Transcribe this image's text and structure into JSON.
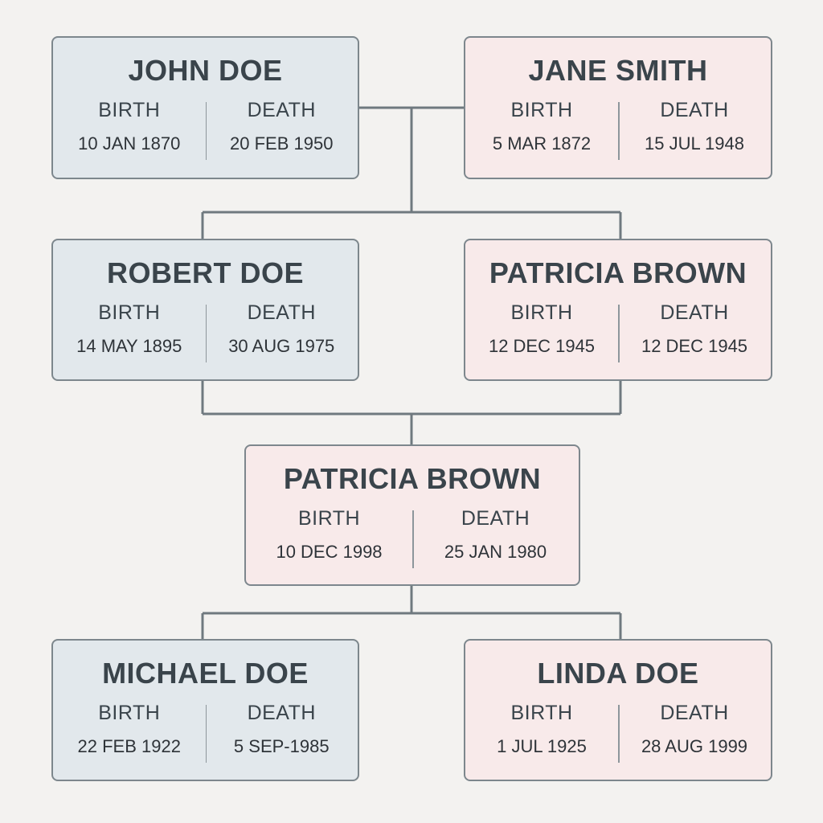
{
  "diagram": {
    "type": "family-tree",
    "labels": {
      "birth": "BIRTH",
      "death": "DEATH"
    },
    "colors": {
      "background": "#f3f2f0",
      "male_card": "#e2e8ec",
      "female_card": "#f8eaea",
      "border": "#7d878d",
      "connector": "#6f797f",
      "text": "#3a444b"
    },
    "people": [
      {
        "id": "john",
        "name": "JOHN DOE",
        "birth": "10 JAN 1870",
        "death": "20 FEB 1950",
        "gender": "male",
        "generation": 1
      },
      {
        "id": "jane",
        "name": "JANE SMITH",
        "birth": "5 MAR 1872",
        "death": "15 JUL 1948",
        "gender": "female",
        "generation": 1
      },
      {
        "id": "robert",
        "name": "ROBERT DOE",
        "birth": "14 MAY 1895",
        "death": "30 AUG 1975",
        "gender": "male",
        "generation": 2
      },
      {
        "id": "patricia1",
        "name": "PATRICIA BROWN",
        "birth": "12 DEC 1945",
        "death": "12 DEC 1945",
        "gender": "female",
        "generation": 2
      },
      {
        "id": "patricia2",
        "name": "PATRICIA BROWN",
        "birth": "10 DEC 1998",
        "death": "25 JAN 1980",
        "gender": "female",
        "generation": 3
      },
      {
        "id": "michael",
        "name": "MICHAEL DOE",
        "birth": "22 FEB 1922",
        "death": "5 SEP-1985",
        "gender": "male",
        "generation": 4
      },
      {
        "id": "linda",
        "name": "LINDA DOE",
        "birth": "1 JUL 1925",
        "death": "28 AUG 1999",
        "gender": "female",
        "generation": 4
      }
    ],
    "connections": [
      {
        "from": [
          "john",
          "jane"
        ],
        "to": [
          "robert",
          "patricia1"
        ]
      },
      {
        "from": [
          "robert",
          "patricia1"
        ],
        "to": [
          "patricia2"
        ]
      },
      {
        "from": [
          "patricia2"
        ],
        "to": [
          "michael",
          "linda"
        ]
      }
    ]
  }
}
